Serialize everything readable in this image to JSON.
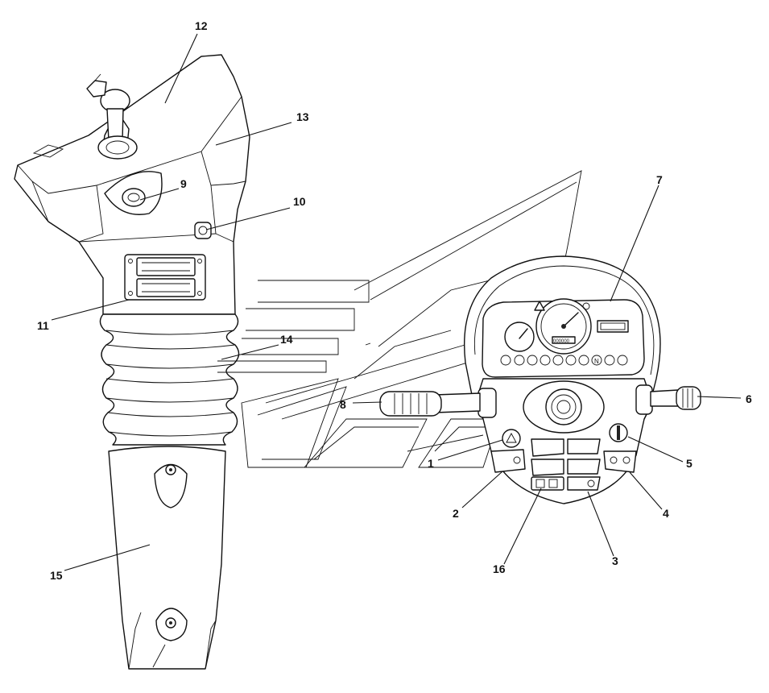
{
  "callouts": [
    {
      "id": "c1",
      "label": "1"
    },
    {
      "id": "c2",
      "label": "2"
    },
    {
      "id": "c3",
      "label": "3"
    },
    {
      "id": "c4",
      "label": "4"
    },
    {
      "id": "c5",
      "label": "5"
    },
    {
      "id": "c6",
      "label": "6"
    },
    {
      "id": "c7",
      "label": "7"
    },
    {
      "id": "c8",
      "label": "8"
    },
    {
      "id": "c9",
      "label": "9"
    },
    {
      "id": "c10",
      "label": "10"
    },
    {
      "id": "c11",
      "label": "11"
    },
    {
      "id": "c12",
      "label": "12"
    },
    {
      "id": "c13",
      "label": "13"
    },
    {
      "id": "c14",
      "label": "14"
    },
    {
      "id": "c15",
      "label": "15"
    },
    {
      "id": "c16",
      "label": "16"
    }
  ],
  "display": {
    "odometer": "000000",
    "gauge_mark": "N"
  }
}
